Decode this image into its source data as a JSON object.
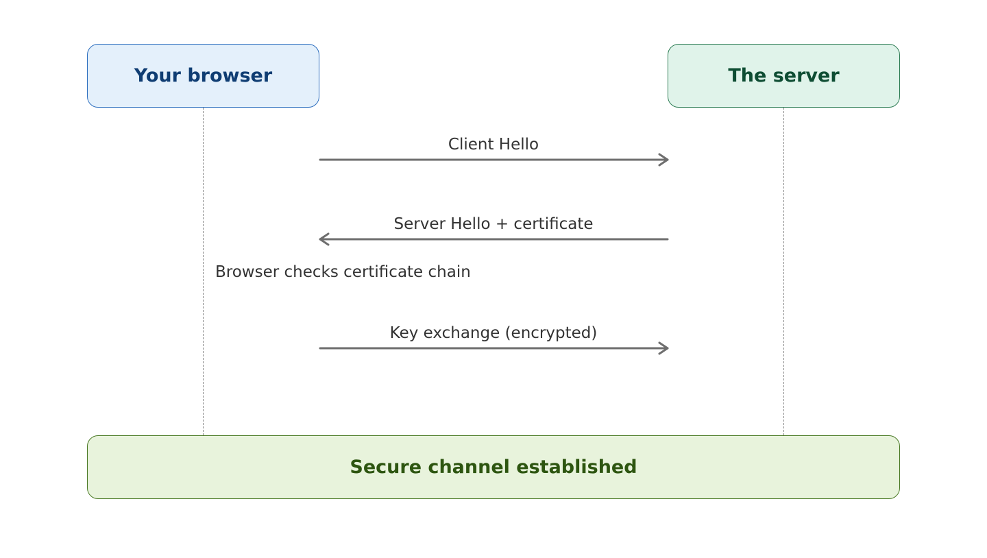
{
  "diagram": {
    "actors": [
      {
        "name": "Your browser",
        "fill": "#e4f0fb",
        "stroke": "#2e6fbf",
        "text_color": "#0f3d73"
      },
      {
        "name": "The server",
        "fill": "#e0f3ea",
        "stroke": "#2f7d55",
        "text_color": "#0e4d33"
      }
    ],
    "messages": [
      {
        "label": "Client Hello",
        "from": "Your browser",
        "to": "The server"
      },
      {
        "label": "Server Hello + certificate",
        "from": "The server",
        "to": "Your browser"
      },
      {
        "label": "Key exchange (encrypted)",
        "from": "Your browser",
        "to": "The server"
      }
    ],
    "note": "Browser checks certificate chain",
    "result": {
      "label": "Secure channel established",
      "fill": "#e8f3dc",
      "stroke": "#4b7a26",
      "text_color": "#2d5510"
    },
    "arrow_color": "#6e6e6e"
  }
}
